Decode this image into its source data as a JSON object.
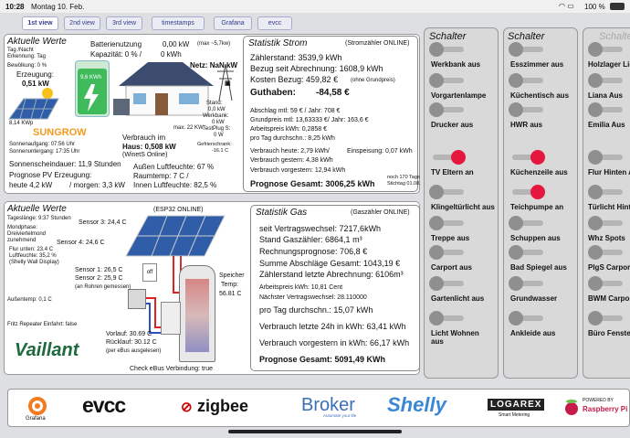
{
  "status": {
    "time": "10:28",
    "date": "Montag 10. Feb.",
    "battery": "100 %"
  },
  "tabs": [
    "1st view",
    "2nd view",
    "3rd view",
    "timestamps",
    "Grafana",
    "evcc"
  ],
  "strom": {
    "title": "Aktuelle Werte",
    "tag_nacht": "Tag /Nacht",
    "erkennung": "Erkennung: Tag",
    "batt_label": "Batterienutzung",
    "batt_val": "0,00 kW",
    "batt_max": "(max ~5,7kw)",
    "kap_label": "Kapazität: 0 % /",
    "kap_val": "0 kWh",
    "netz": "Netz: NaN kW",
    "bewoelkung": "Bewölkung: 0 %",
    "erzeugung_label": "Erzeugung:",
    "erzeugung_val": "0,51 kW",
    "hours": "9,6 KWh",
    "kwp": "8,14 KWp",
    "brand": "SUNGROW",
    "max22": "max. 22 KW",
    "verbrauch_label": "Verbrauch im",
    "verbrauch_val": "Haus: 0,508 kW",
    "winet": "(WinetS Online)",
    "wallbox": [
      "Stand:",
      "0,0 kW",
      "Werkbank:",
      "0 kW",
      "TestPlug S:",
      "0 W",
      "Gefrierschrank:",
      "-16.1 C"
    ],
    "sunrise": "Sonnenaufgang: 07:56 Uhr",
    "sunset": "Sonnenuntergang: 17:35 Uhr",
    "schein": "Sonnenscheindauer: 11,9 Stunden",
    "aussen": "Außen Luftfeuchte: 67 %",
    "prognose": "Prognose PV Erzeugung:",
    "raum": "Raumtemp: 7 C /",
    "heute": "heute 4,2 kW",
    "morgen": "/ morgen: 3,3 kW",
    "innen": "Innen Luftfeuchte: 82,5 %"
  },
  "stat_strom": {
    "title": "Statistik Strom",
    "online": "(Stromzähler ONLINE)",
    "zaehler": "Zählerstand: 3539,9 kWh",
    "bezug": "Bezug seit Abrechnung: 1608,9 kWh",
    "kosten": "Kosten Bezug: 459,82 €",
    "ohne": "(ohne Grundpreis)",
    "guthaben_label": "Guthaben:",
    "guthaben_val": "-84,58 €",
    "abschlag": "Abschlag mtl: 59 €  / Jahr: 708 €",
    "grundpreis": "Grundpreis mtl: 13,63333 €/ Jahr: 163,6 €",
    "arbeitspreis": "Arbeitspreis kWh: 0,2858 €",
    "protag": "pro Tag durchschn.: 8,25 kWh",
    "heute": "Verbrauch heute: 2,79 kWh/",
    "einspeisung": "Einspeisung: 0,07 kWh",
    "gestern": "Verbrauch gestern: 4,38 kWh",
    "vorgestern": "Verbrauch vorgestern: 12,94 kWh",
    "gesamt": "Prognose Gesamt: 3006,25 kWh",
    "tage": "noch 170 Tage",
    "stichtag": "Stichtag 01.08."
  },
  "gas": {
    "title": "Aktuelle Werte",
    "tageslaenge": "Tageslänge: 9:37 Stunden",
    "mondphase": "Mondphase:",
    "mondphase_val": "Dreiviertelmond",
    "mondphase_extra": "zunehmend",
    "flur": "Flur unten: 23,4 C",
    "luftfeuchte": "Luftfeuchte: 35,2 %",
    "shelly": "(Shelly Wall Display)",
    "aussen": "Außentemp: 0,1 C",
    "fritz": "Fritz Repeater Einfahrt: false",
    "esp": "(ESP32 ONLINE)",
    "s3": "Sensor 3: 24,4 C",
    "s4": "Sensor 4: 24,6 C",
    "s1": "Sensor 1: 26,5 C",
    "s2": "Sensor 2: 25,9 C",
    "rohr": "(an Rohren gemessen)",
    "off": "off",
    "speicher": "Speicher",
    "temp": "Temp:",
    "temp_val": "56.81 C",
    "vorlauf": "Vorlauf: 30.69 C",
    "ruecklauf": "Rücklauf: 30.12 C",
    "ebus": "(per eBus ausgelesen)",
    "check": "Check eBus Verbindung: true",
    "brand": "Vaillant"
  },
  "stat_gas": {
    "title": "Statistik Gas",
    "online": "(Gaszähler ONLINE)",
    "vertrag": "seit Vertragswechsel: 7217,6kWh",
    "stand": "Stand Gaszähler: 6864,1 m³",
    "rechnung": "Rechnungsprognose: 706,8 €",
    "abschlaege": "Summe Abschläge Gesamt: 1043,19 €",
    "abrechnung": "Zählerstand letzte Abrechnung: 6106m³",
    "arbeitspreis": "Arbeitspreis kWh: 10,81 Cent",
    "naechster": "Nächster Vertragswechsel: 28.110000",
    "protag": "pro Tag durchschn.: 15,07 kWh",
    "letzte24": "Verbrauch letzte 24h in kWh: 63,41 kWh",
    "vorgestern": "Verbrauch vorgestern in kWh: 66,17 kWh",
    "gesamt": "Prognose Gesamt: 5091,49 KWh"
  },
  "schalter1": {
    "title": "Schalter",
    "items": [
      {
        "label": "Werkbank aus",
        "on": false
      },
      {
        "label": "Vorgartenlampe",
        "on": false
      },
      {
        "label": "Drucker aus",
        "on": false
      },
      {
        "label": "TV Eltern an",
        "on": true
      },
      {
        "label": "Klingeltürlicht aus",
        "on": false
      },
      {
        "label": "Treppe aus",
        "on": false
      },
      {
        "label": "Carport aus",
        "on": false
      },
      {
        "label": "Gartenlicht aus",
        "on": false
      },
      {
        "label": "Licht Wohnen aus",
        "on": false
      }
    ]
  },
  "schalter2": {
    "title": "Schalter",
    "items": [
      {
        "label": "Esszimmer aus",
        "on": false
      },
      {
        "label": "Küchentisch aus",
        "on": false
      },
      {
        "label": "HWR aus",
        "on": false
      },
      {
        "label": "Küchenzeile aus",
        "on": true
      },
      {
        "label": "Teichpumpe an",
        "on": true
      },
      {
        "label": "Schuppen aus",
        "on": false
      },
      {
        "label": "Bad Spiegel aus",
        "on": false
      },
      {
        "label": "Grundwasser",
        "on": false
      },
      {
        "label": "Ankleide aus",
        "on": false
      }
    ]
  },
  "schalter3": {
    "title": "Schalte",
    "items": [
      {
        "label": "Holzlager Lic"
      },
      {
        "label": "Liana Aus"
      },
      {
        "label": "Emilia Aus"
      },
      {
        "label": "Flur Hinten A"
      },
      {
        "label": "Türlicht Hinte"
      },
      {
        "label": "Whz Spots"
      },
      {
        "label": "PlgS Carport"
      },
      {
        "label": "BWM Carport"
      },
      {
        "label": "Büro Fenster"
      }
    ]
  },
  "logos": {
    "grafana": "Grafana",
    "evcc": "evcc",
    "zigbee": "zigbee",
    "broker": "Broker",
    "broker_sub": "Automate your life",
    "shelly": "Shelly",
    "logarex": "LOGAREX",
    "logarex_sub": "Smart Metering",
    "rpi_powered": "POWERED BY",
    "rpi": "Raspberry Pi"
  },
  "colors": {
    "toggle_on": "#e5173f",
    "sungrow": "#f39a1e",
    "vaillant": "#1f6a3c",
    "shelly": "#3a87d6",
    "grafana": "#f47a20"
  }
}
